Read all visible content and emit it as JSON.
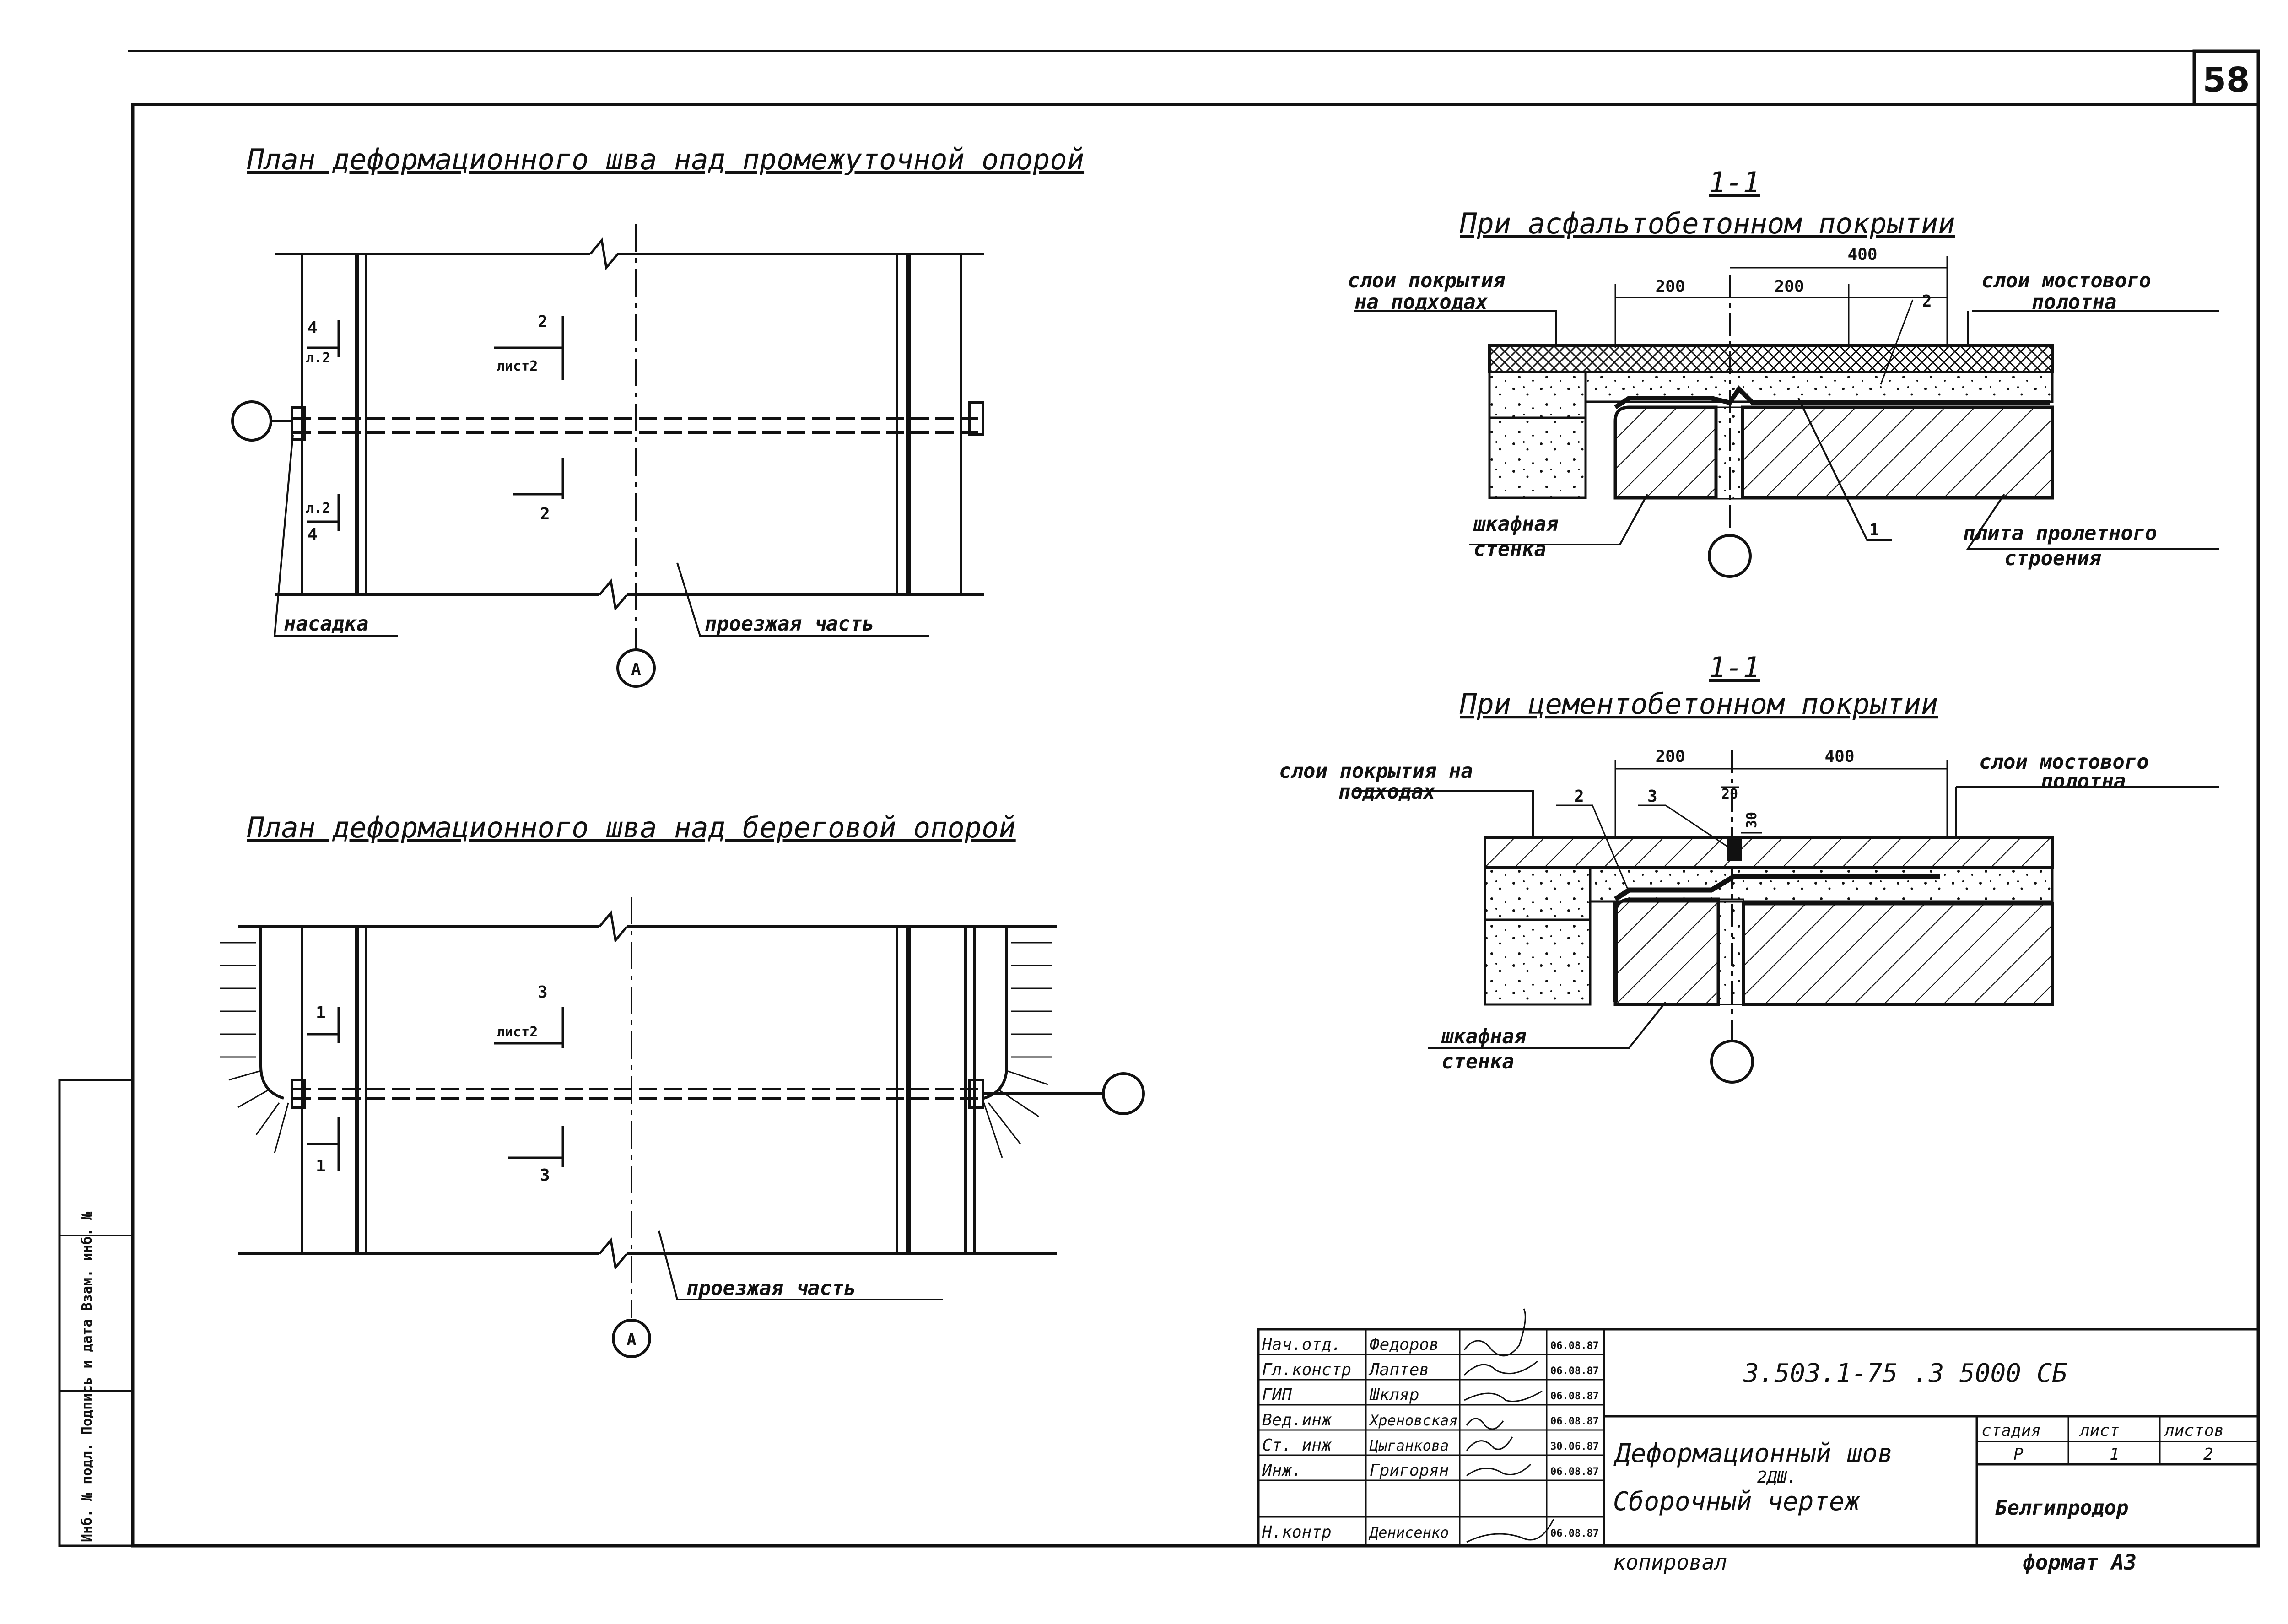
{
  "sheet": {
    "number": "58",
    "side_stamp": "Инб. № подл. Подпись и дата Взам. инб. №"
  },
  "plan_top": {
    "title": "План деформационного шва над промежуточной опорой",
    "mark_4_top": "4",
    "mark_4_top_sheet": "л.2",
    "mark_4_bot": "4",
    "mark_4_bot_sheet": "л.2",
    "mark_2_top": "2",
    "mark_2_sheet": "лист2",
    "mark_2_bot": "2",
    "label_nasadka": "насадка",
    "label_roadway": "проезжая часть",
    "axis": "А"
  },
  "plan_bottom": {
    "title": "План деформационного шва над береговой опорой",
    "mark_1_top": "1",
    "mark_1_bot": "1",
    "mark_3_top": "3",
    "mark_3_sheet": "лист2",
    "mark_3_bot": "3",
    "label_roadway": "проезжая часть",
    "axis": "А"
  },
  "section_asphalt": {
    "mark": "1-1",
    "title": "При асфальтобетонном покрытии",
    "dim_400": "400",
    "dim_200a": "200",
    "dim_200b": "200",
    "label_layers_approach_1": "слои покрытия",
    "label_layers_approach_2": "на подходах",
    "label_layers_deck_1": "слои мостового",
    "label_layers_deck_2": "полотна",
    "pos_2": "2",
    "pos_1": "1",
    "label_wall_1": "шкафная",
    "label_wall_2": "стенка",
    "label_slab_1": "плита пролетного",
    "label_slab_2": "строения"
  },
  "section_cement": {
    "mark": "1-1",
    "title": "При цементобетонном покрытии",
    "dim_200": "200",
    "dim_400": "400",
    "dim_20": "20",
    "dim_30": "30",
    "pos_2": "2",
    "pos_3": "3",
    "label_layers_approach_1": "слои покрытия на",
    "label_layers_approach_2": "подходах",
    "label_layers_deck_1": "слои мостового",
    "label_layers_deck_2": "полотна",
    "label_wall_1": "шкафная",
    "label_wall_2": "стенка"
  },
  "title_block": {
    "people": [
      {
        "role": "Нач.отд.",
        "name": "Федоров",
        "date": "06.08.87"
      },
      {
        "role": "Гл.констр",
        "name": "Лаптев",
        "date": "06.08.87"
      },
      {
        "role": "ГИП",
        "name": "Шкляр",
        "date": "06.08.87"
      },
      {
        "role": "Вед.инж",
        "name": "Хреновская",
        "date": "06.08.87"
      },
      {
        "role": "Ст. инж",
        "name": "Цыганкова",
        "date": "30.06.87"
      },
      {
        "role": "Инж.",
        "name": "Григорян",
        "date": "06.08.87"
      },
      {
        "role": "",
        "name": "",
        "date": ""
      },
      {
        "role": "Н.контр",
        "name": "Денисенко",
        "date": "06.08.87"
      }
    ],
    "code": "3.503.1-75   .3  5000 СБ",
    "name_1": "Деформационный шов",
    "name_2": "2ДШ.",
    "name_3": "Сборочный чертеж",
    "stage_h": "стадия",
    "sheet_h": "лист",
    "sheets_h": "листов",
    "stage": "Р",
    "sheet": "1",
    "sheets": "2",
    "org": "Белгипродор",
    "copied": "копировал",
    "format": "формат А3"
  }
}
